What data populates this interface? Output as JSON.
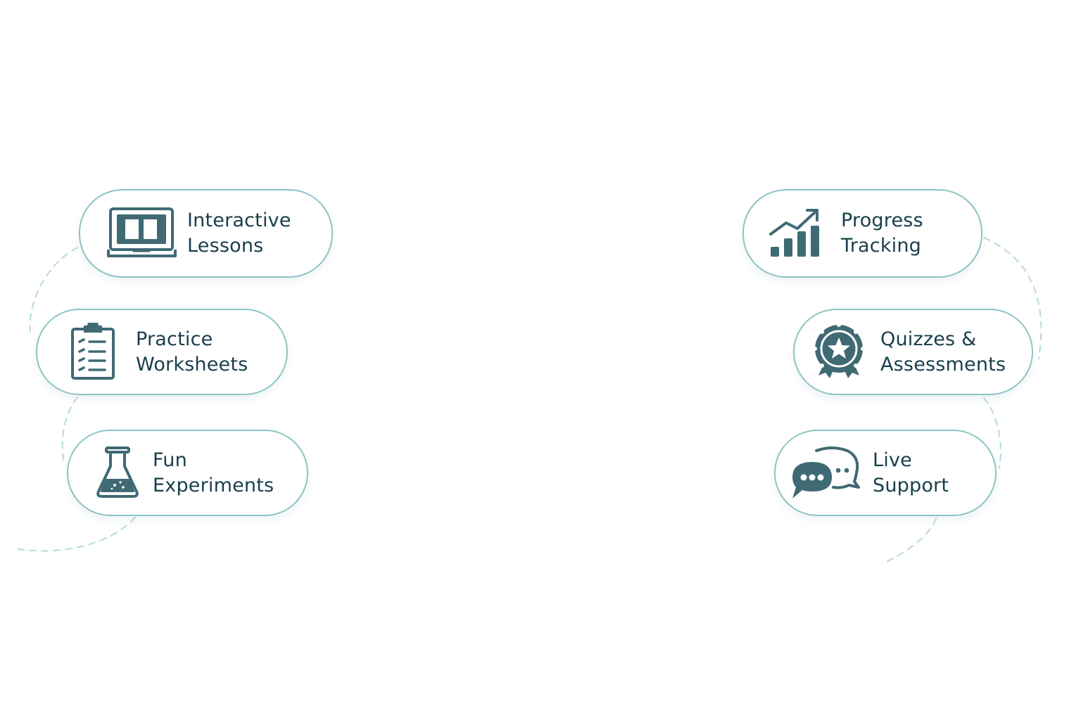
{
  "theme": {
    "accent": "#8cc4c6",
    "icon_color": "#3f6a74",
    "text_color": "#183e4b"
  },
  "features": [
    {
      "icon": "laptop-book-icon",
      "label_line1": "Interactive",
      "label_line2": "Lessons"
    },
    {
      "icon": "clipboard-checklist-icon",
      "label_line1": "Practice",
      "label_line2": "Worksheets"
    },
    {
      "icon": "flask-icon",
      "label_line1": "Fun",
      "label_line2": "Experiments"
    },
    {
      "icon": "growth-chart-icon",
      "label_line1": "Progress",
      "label_line2": "Tracking"
    },
    {
      "icon": "award-badge-icon",
      "label_line1": "Quizzes &",
      "label_line2": "Assessments"
    },
    {
      "icon": "chat-bubbles-icon",
      "label_line1": "Live",
      "label_line2": "Support"
    }
  ]
}
